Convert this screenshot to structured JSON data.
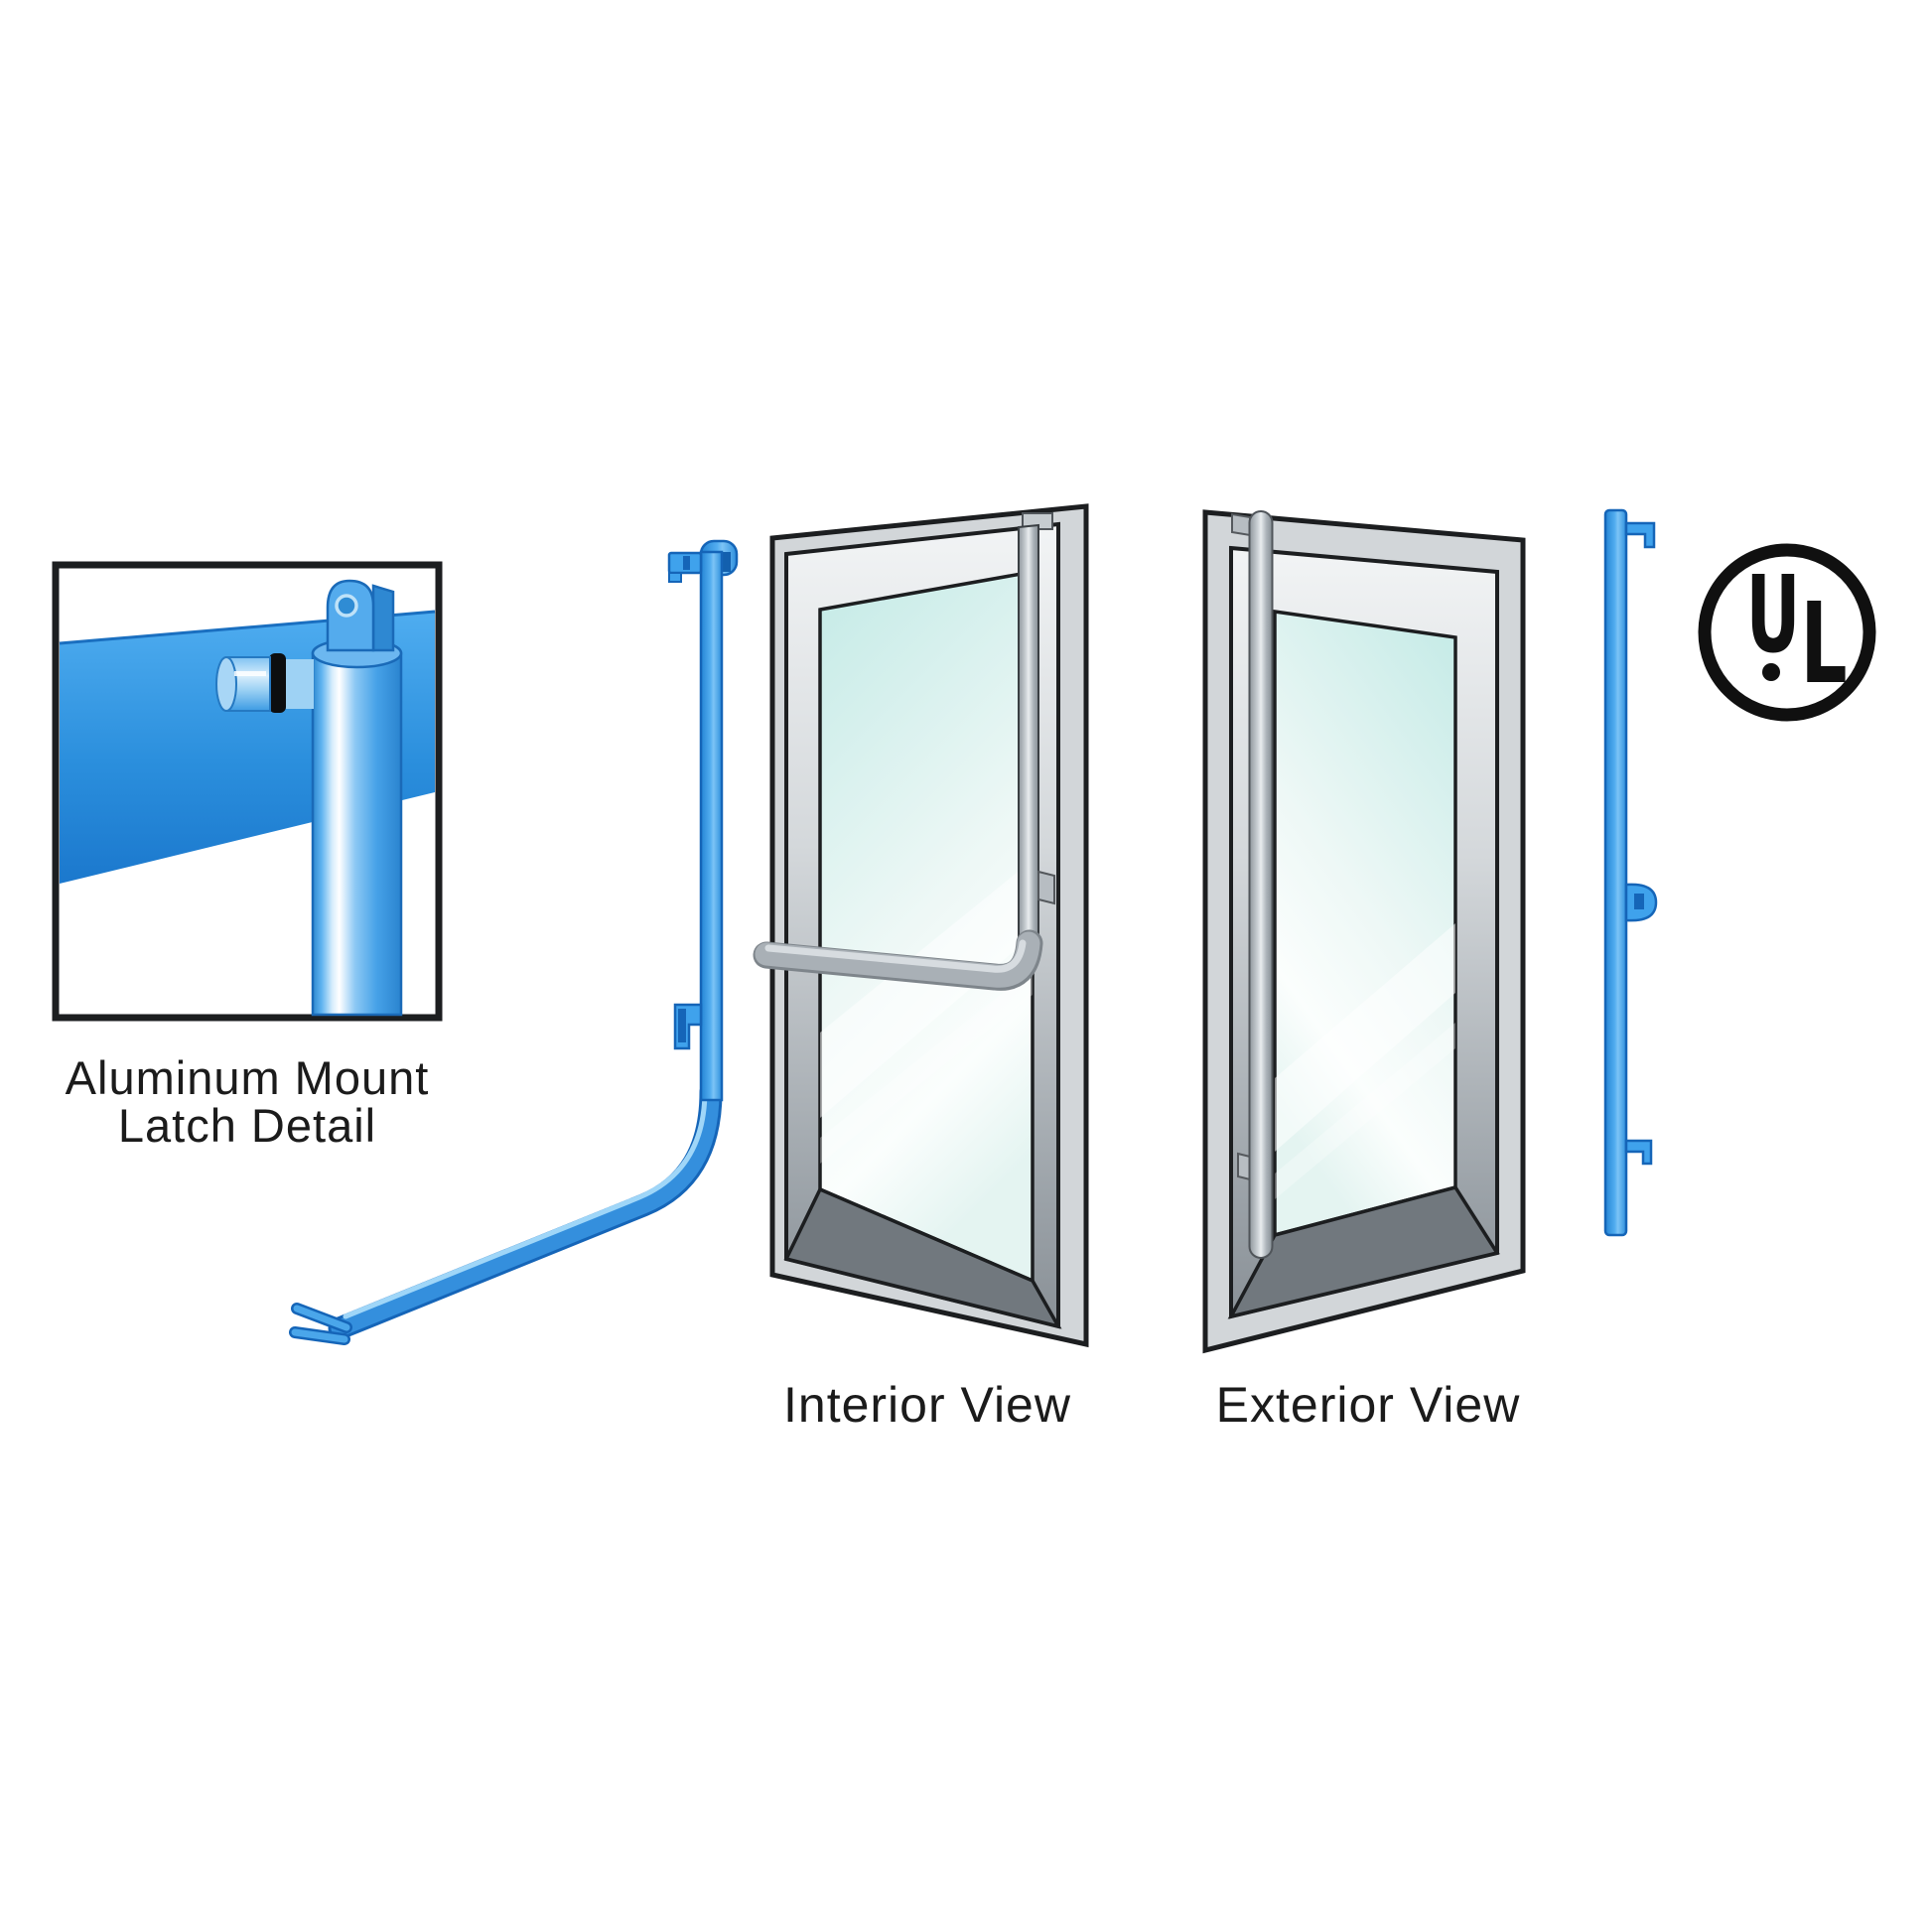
{
  "title": "Aluminum door latch hardware product diagram",
  "inset": {
    "caption_line1": "Aluminum Mount",
    "caption_line2": "Latch Detail"
  },
  "views": {
    "interior_label": "Interior View",
    "exterior_label": "Exterior View"
  },
  "certification_mark": {
    "letters": {
      "u": "U",
      "l": "L"
    }
  },
  "colors": {
    "background": "#ffffff",
    "accent_blue": "#3a9fe9",
    "accent_blue_dark": "#1b6cbe",
    "accent_blue_light": "#a9d9f8",
    "outline_black": "#1c1e20",
    "frame_gray_light": "#eef0f2",
    "frame_gray_mid": "#b0b6bb",
    "frame_gray_dark": "#6f767c",
    "glass_tint": "#c2eae6",
    "text_color": "#1b1b1b",
    "ul_black": "#101010"
  }
}
